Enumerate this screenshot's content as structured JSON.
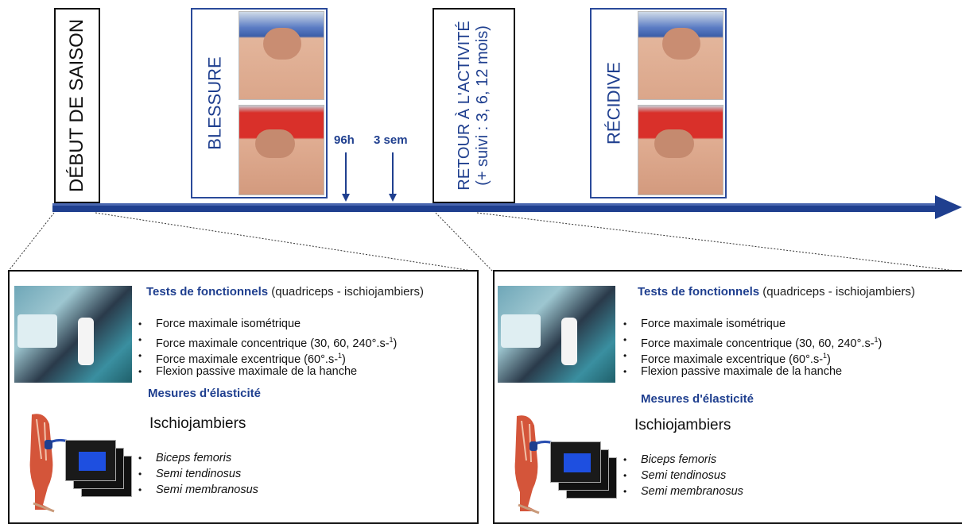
{
  "timeline": {
    "season_start": "DÉBUT DE SAISON",
    "injury": "BLESSURE",
    "marker_96h": "96h",
    "marker_3sem": "3 sem",
    "return_line1": "RETOUR À L'ACTIVITÉ",
    "return_line2": "(+ suivi : 3, 6, 12 mois)",
    "recurrence": "RÉCIDIVE"
  },
  "panels": [
    {
      "tests_title_bold": "Tests de fonctionnels",
      "tests_title_rest": " (quadriceps - ischiojambiers)",
      "tests": [
        {
          "text": "Force maximale isométrique",
          "sup": "",
          "tail": ""
        },
        {
          "text": "Force maximale concentrique (30, 60, 240°.s-",
          "sup": "1",
          "tail": ")"
        },
        {
          "text": "Force maximale excentrique (60°.s-",
          "sup": "1",
          "tail": ")"
        },
        {
          "text": "Flexion passive maximale de la hanche",
          "sup": "",
          "tail": ""
        }
      ],
      "elasticity_title": "Mesures d'élasticité",
      "muscle_group": "Ischiojambiers",
      "muscles": [
        "Biceps femoris",
        "Semi tendinosus",
        "Semi membranosus"
      ]
    },
    {
      "tests_title_bold": "Tests de fonctionnels",
      "tests_title_rest": " (quadriceps - ischiojambiers)",
      "tests": [
        {
          "text": "Force maximale isométrique",
          "sup": "",
          "tail": ""
        },
        {
          "text": "Force maximale concentrique (30, 60, 240°.s-",
          "sup": "1",
          "tail": ")"
        },
        {
          "text": "Force maximale excentrique (60°.s-",
          "sup": "1",
          "tail": ")"
        },
        {
          "text": "Flexion passive maximale de la hanche",
          "sup": "",
          "tail": ""
        }
      ],
      "elasticity_title": "Mesures d'élasticité",
      "muscle_group": "Ischiojambiers",
      "muscles": [
        "Biceps femoris",
        "Semi tendinosus",
        "Semi membranosus"
      ]
    }
  ],
  "colors": {
    "timeline": "#1f3f8f",
    "accent_text": "#1f3f8f"
  }
}
